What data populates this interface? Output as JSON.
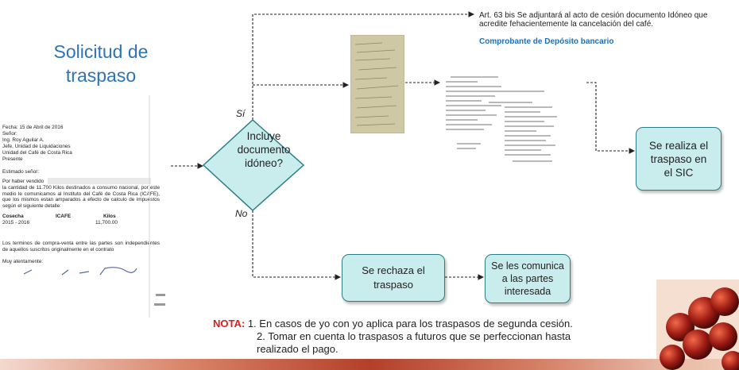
{
  "title": [
    "Solicitud de",
    "traspaso"
  ],
  "letter": {
    "date": "Fecha: 15 de Abril de 2016",
    "salutation": "Señor:",
    "name": "Ing. Roy Aguilar A.",
    "role": "Jefe, Unidad de Liquidaciones",
    "unit": "Unidad del Café de Costa Rica",
    "presente": "Presente",
    "greeting": "Estimado señor:",
    "body_line1": "Por haber vendido",
    "body_rest": "la cantidad de 11.700 Kilos destinados a consumo nacional, por este medio le comunicamos al Instituto del Café de Costa Rica (ICAFE), que los mismos estan amparados a efecto de calculo de impuestos según el siguiente detalle:",
    "table_headers": [
      "Cosecha",
      "ICAFE",
      "Kilos"
    ],
    "table_row": [
      "2015 - 2016",
      "",
      "11,700.00"
    ],
    "closing_text": "Los terminos de compra-venta entre las partes son independientes de aquellos suscritos originalmente en el contrato",
    "sign_off": "Muy atentamente:"
  },
  "article": {
    "text": "Art. 63 bis Se adjuntará al acto de cesión documento Idóneo que acredite fehacientemente la cancelación del café.",
    "subtitle": "Comprobante de Depósito bancario"
  },
  "decision": [
    "Incluye",
    "documento",
    "idóneo?"
  ],
  "yes_label": "Sí",
  "no_label": "No",
  "box_success": [
    "Se realiza el",
    "traspaso en",
    "el SIC"
  ],
  "box_reject": [
    "Se rechaza el",
    "traspaso"
  ],
  "box_notify": [
    "Se les comunica",
    "a las partes",
    "interesada"
  ],
  "note": {
    "label": "NOTA:",
    "item1": "1. En casos de yo con yo aplica para los traspasos de segunda cesión.",
    "item2": "2. Tomar en cuenta lo traspasos a futuros que se perfeccionan hasta",
    "item2_cont": "realizado el pago."
  },
  "colors": {
    "title": "#2e74b5",
    "box_fill": "#c9ecec",
    "box_border": "#2a7f86",
    "note_label": "#e01b1b",
    "link_blue": "#1f6fb8"
  }
}
